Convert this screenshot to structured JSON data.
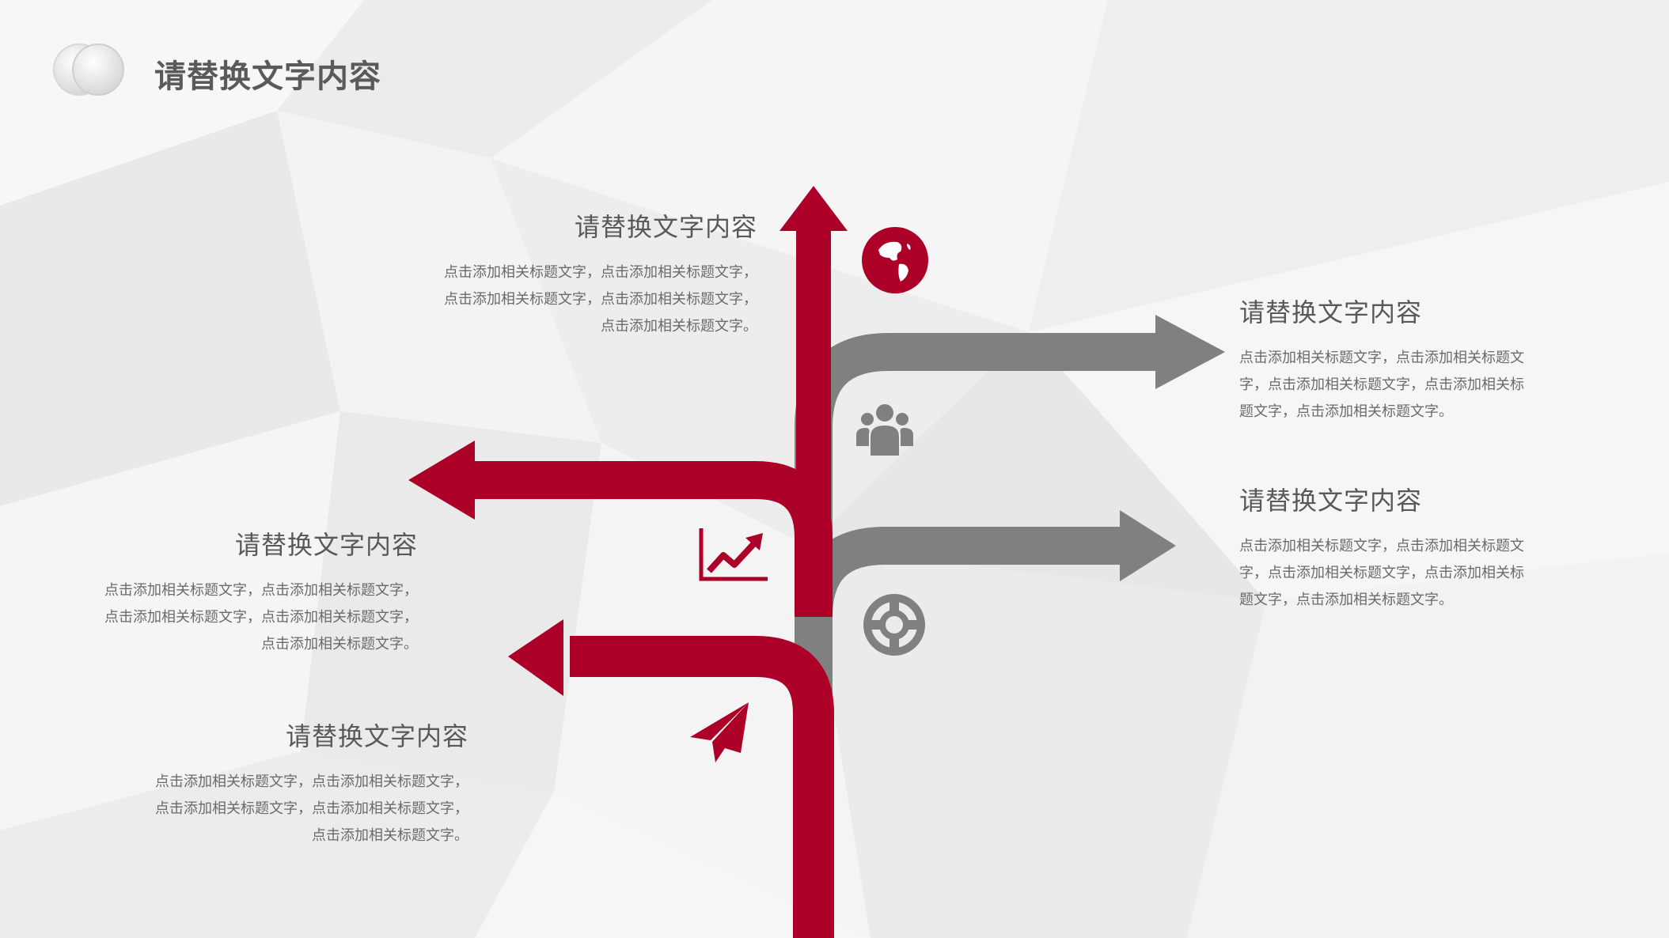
{
  "header": {
    "title": "请替换文字内容"
  },
  "blocks": [
    {
      "title": "请替换文字内容",
      "body": "点击添加相关标题文字，点击添加相关标题文字，点击添加相关标题文字，点击添加相关标题文字，点击添加相关标题文字。"
    },
    {
      "title": "请替换文字内容",
      "body": "点击添加相关标题文字，点击添加相关标题文字，点击添加相关标题文字，点击添加相关标题文字，点击添加相关标题文字。"
    },
    {
      "title": "请替换文字内容",
      "body": "点击添加相关标题文字，点击添加相关标题文字，点击添加相关标题文字，点击添加相关标题文字，点击添加相关标题文字。"
    },
    {
      "title": "请替换文字内容",
      "body": "点击添加相关标题文字，点击添加相关标题文字，点击添加相关标题文字，点击添加相关标题文字，点击添加相关标题文字。"
    },
    {
      "title": "请替换文字内容",
      "body": "点击添加相关标题文字，点击添加相关标题文字，点击添加相关标题文字，点击添加相关标题文字，点击添加相关标题文字。"
    }
  ],
  "icons": [
    "globe-icon",
    "users-icon",
    "line-chart-icon",
    "lifebuoy-icon",
    "paper-plane-icon"
  ],
  "colors": {
    "accent": "#ad0029",
    "gray": "#808080",
    "text": "#595959"
  }
}
